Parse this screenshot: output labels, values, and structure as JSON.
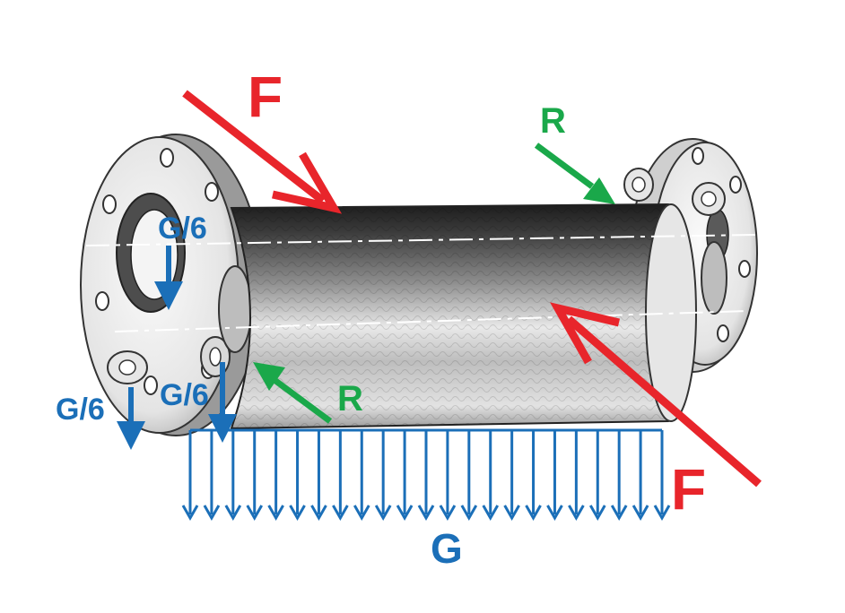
{
  "labels": {
    "force_top": "F",
    "force_bottom": "F",
    "reaction_top": "R",
    "reaction_bottom": "R",
    "load_left_upper": "G/6",
    "load_left_lower": "G/6",
    "load_mid": "G/6",
    "load_total": "G"
  },
  "colors": {
    "force": "#e8252b",
    "reaction": "#1aa84a",
    "load": "#1b6fb8"
  }
}
